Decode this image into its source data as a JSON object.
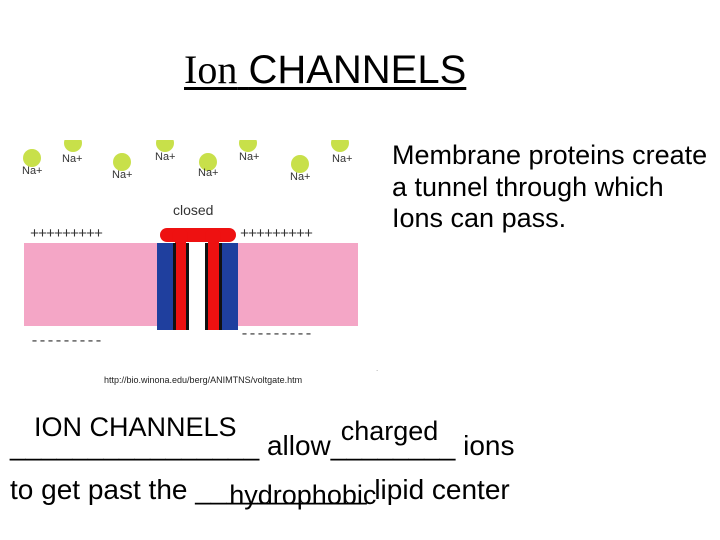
{
  "title": {
    "word1": "Ion",
    "word2": "CHANNELS"
  },
  "description": "Membrane proteins create a tunnel through which Ions can pass.",
  "diagram": {
    "ion_label": "Na+",
    "state_label": "closed",
    "plus_left": "+++++++++",
    "plus_right": "+++++++++",
    "minus_left": "---------",
    "minus_right": "---------",
    "colors": {
      "membrane": "#f4a6c6",
      "channel_blue": "#1f3f9e",
      "channel_red": "#ee1111",
      "ion": "#c8e04a"
    }
  },
  "source_url": "http://bio.winona.edu/berg/ANIMTNS/voltgate.htm",
  "slide_mark": ".",
  "sentence": {
    "blank1_answer": "ION CHANNELS",
    "blank1_line": "________________",
    "word_allow": "allow",
    "blank2_answer": "charged",
    "blank2_line": "________",
    "word_ions": "ions",
    "line2_start": "to get past the",
    "blank3_answer": "hydrophobic",
    "blank3_line": "___________",
    "line2_end": "lipid center"
  }
}
